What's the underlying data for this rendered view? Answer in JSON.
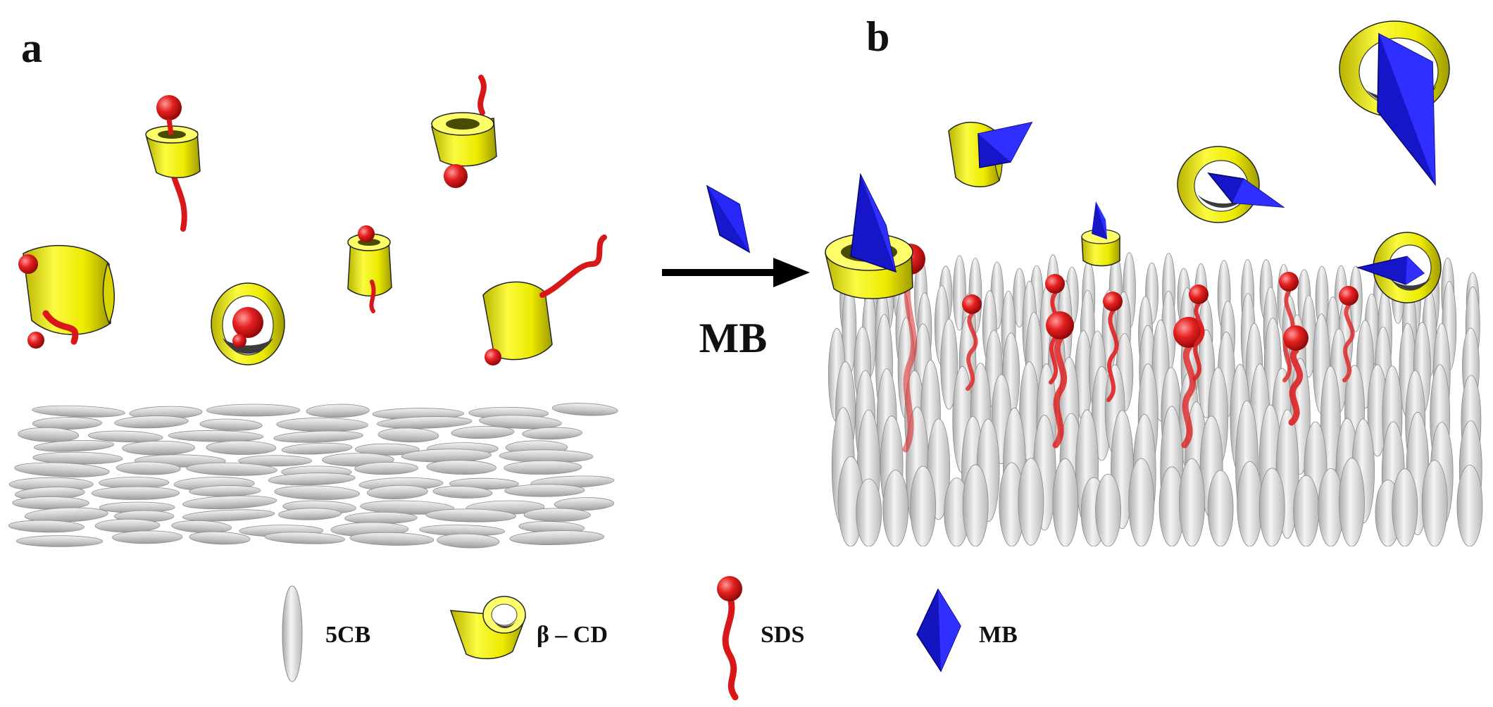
{
  "panel_a_label": "a",
  "panel_b_label": "b",
  "arrow_label": "MB",
  "legend": [
    {
      "key": "lc",
      "label": "5CB"
    },
    {
      "key": "cd",
      "label": "β – CD"
    },
    {
      "key": "sds",
      "label": "SDS"
    },
    {
      "key": "mb",
      "label": "MB"
    }
  ],
  "colors": {
    "cyclodextrin": "#f2f000",
    "surfactant": "#e01b1b",
    "dye": "#1414d2",
    "liquid_crystal": "#cfcfcf",
    "text": "#111111"
  },
  "icons": {
    "cyclodextrin": "yellow-cone-ring-icon",
    "surfactant": "red-ball-tail-icon",
    "dye": "blue-diamond-icon",
    "liquid_crystal": "gray-ellipsoid-icon"
  }
}
